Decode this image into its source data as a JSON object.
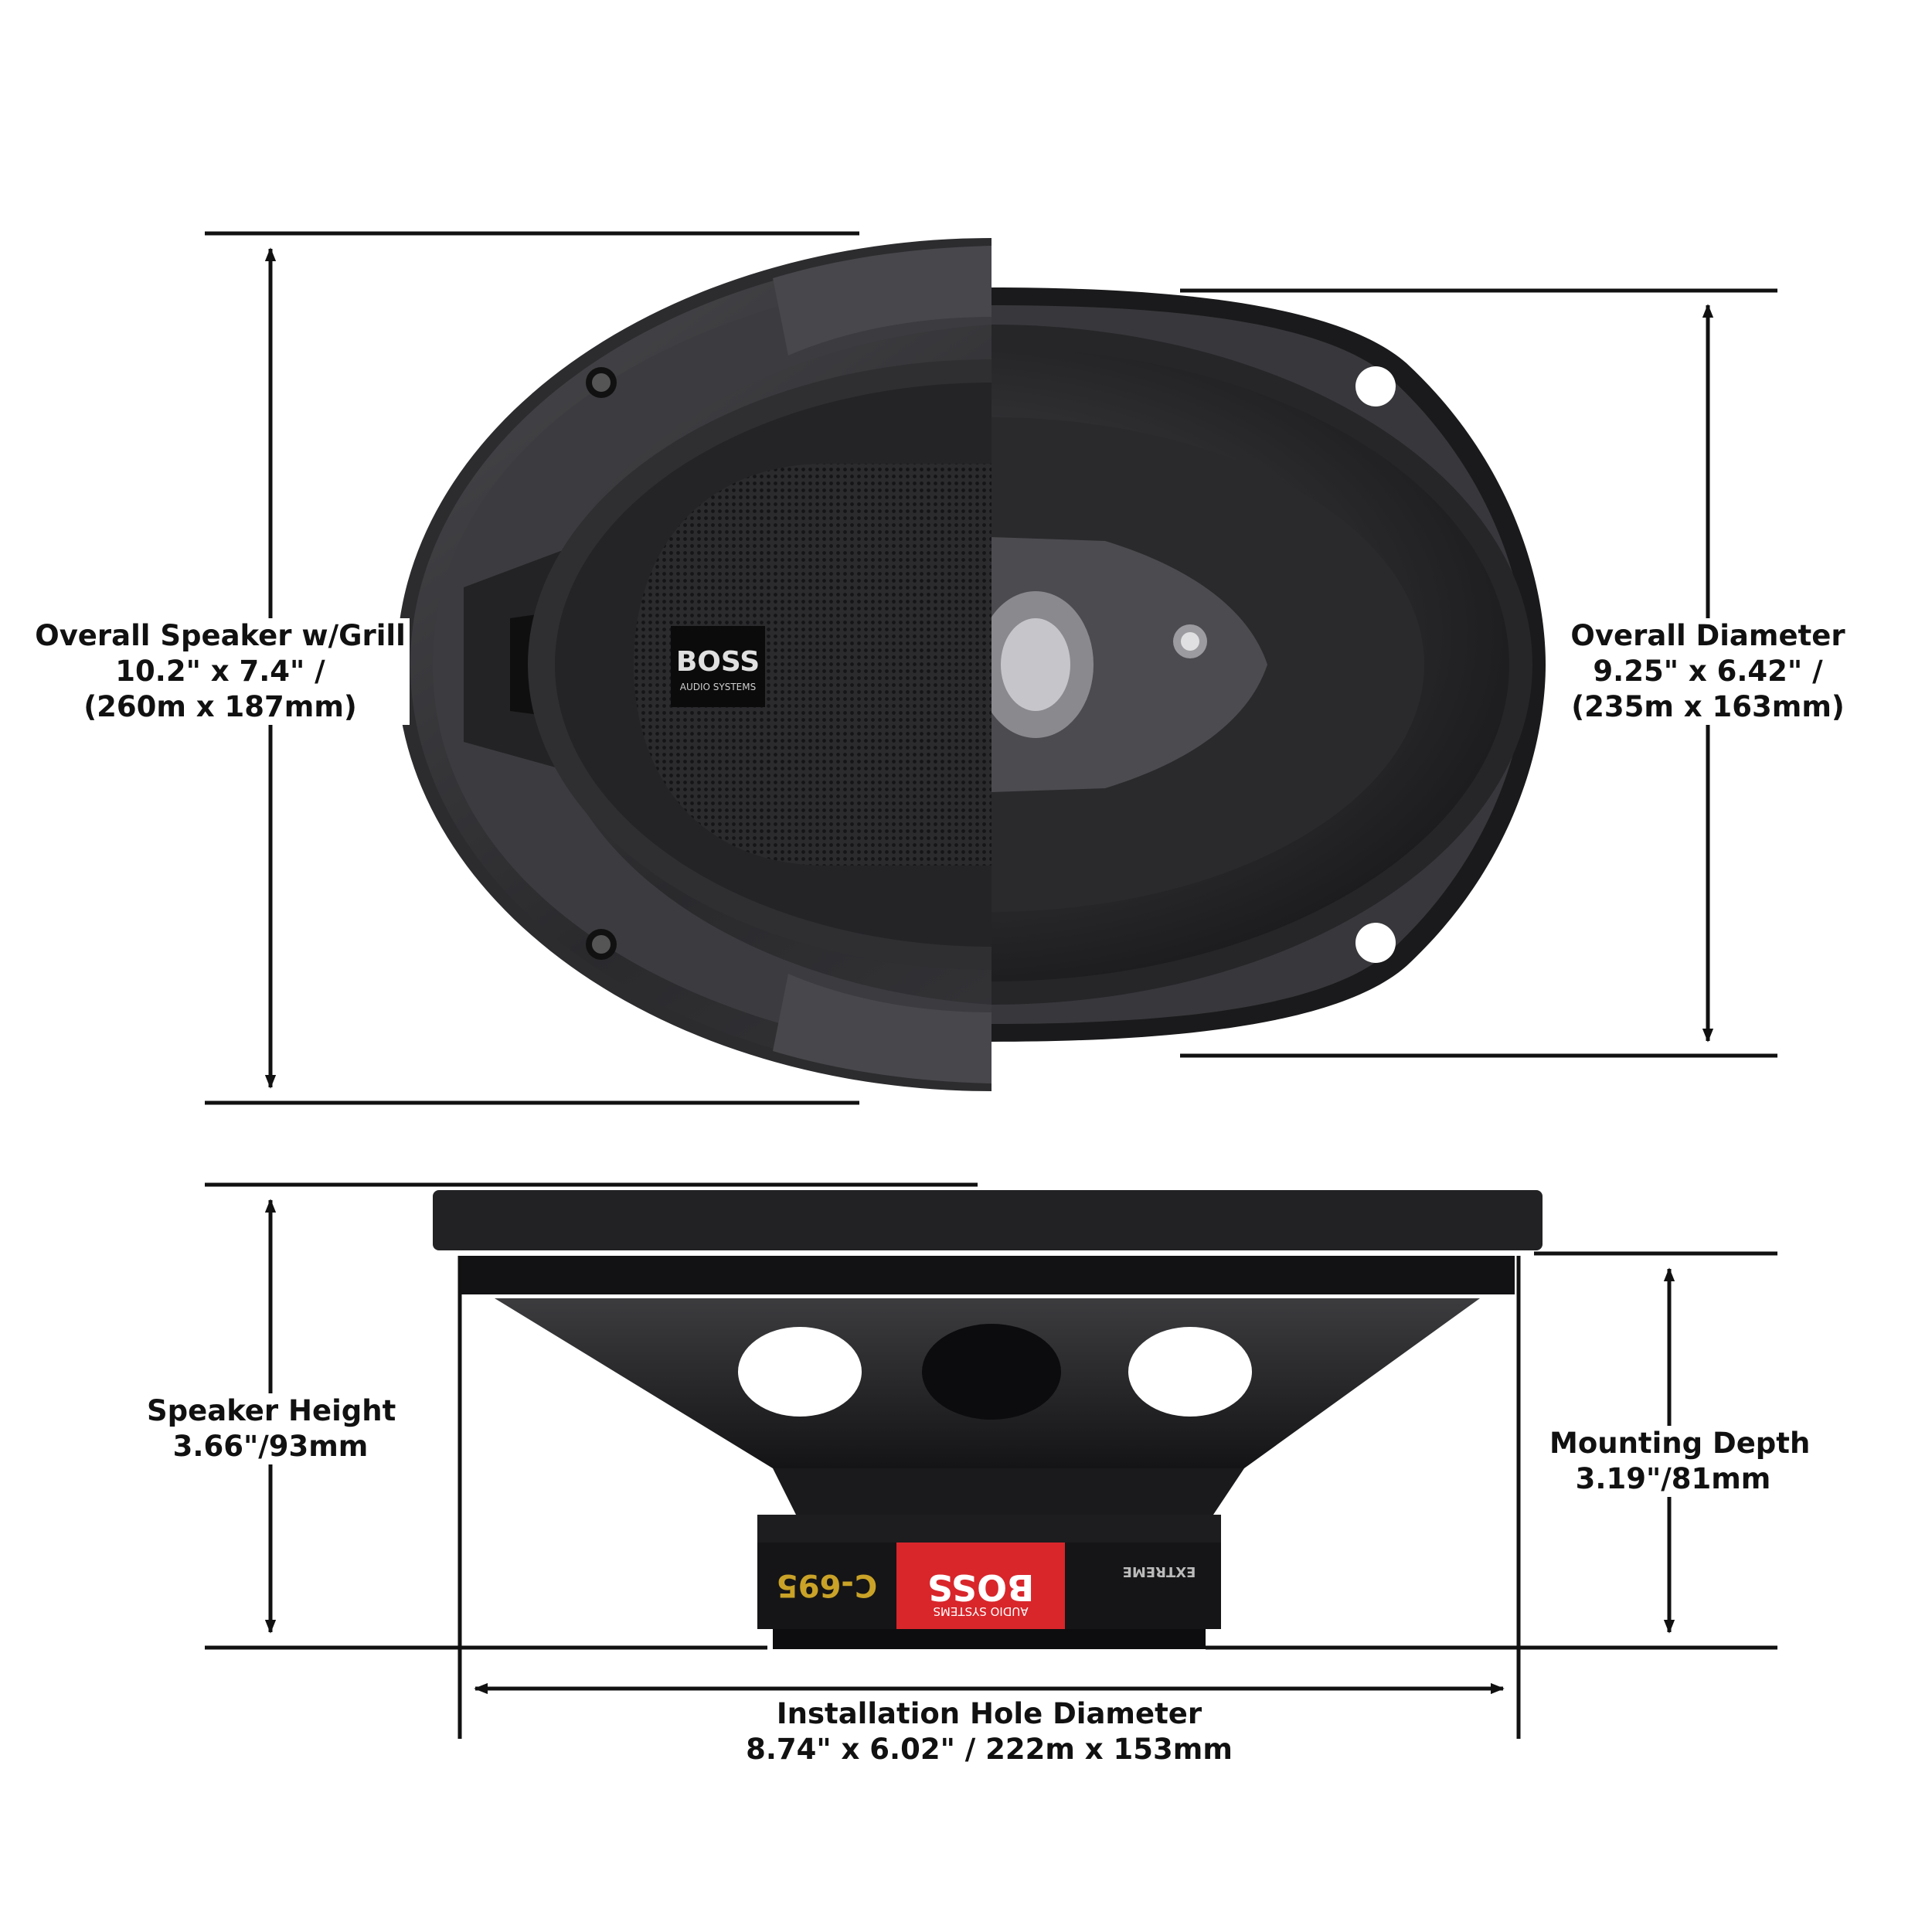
{
  "colors": {
    "line": "#111111",
    "speaker_dark": "#1c1c1e",
    "speaker_mid": "#3a3a3d",
    "speaker_light": "#5a5a5e",
    "brand_red": "#d8262b",
    "label_gold": "#c9a227"
  },
  "product": {
    "brand_logo": "BOSS",
    "brand_sub": "AUDIO SYSTEMS",
    "magnet_label": "C-695",
    "magnet_series": "EXTREME"
  },
  "dimensions": {
    "overall_grill": {
      "line1": "Overall Speaker w/Grill",
      "line2": "10.2\" x 7.4\" /",
      "line3": "(260m x 187mm)"
    },
    "overall_diameter": {
      "line1": "Overall Diameter",
      "line2": "9.25\" x 6.42\" /",
      "line3": "(235m x 163mm)"
    },
    "speaker_height": {
      "line1": "Speaker Height",
      "line2": "3.66\"/93mm"
    },
    "mounting_depth": {
      "line1": "Mounting Depth",
      "line2": "3.19\"/81mm"
    },
    "installation_hole": {
      "line1": "Installation Hole Diameter",
      "line2": "8.74\" x 6.02\" / 222m x 153mm"
    }
  }
}
